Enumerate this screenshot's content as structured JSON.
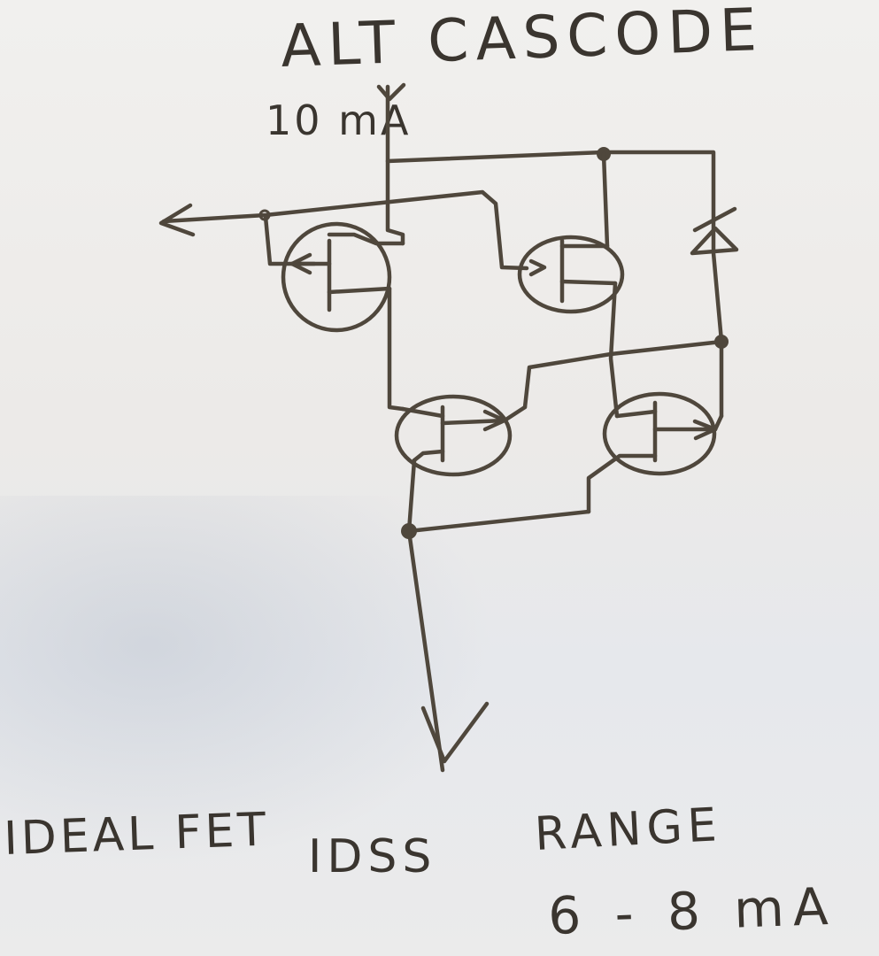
{
  "title": "ALT CASCODE",
  "supply_label": "10 mA",
  "footer": {
    "left": "IDEAL FET",
    "middle": "IDSS",
    "range_label": "RANGE",
    "range_value": "6 - 8 mA"
  },
  "ink_color": "#4f473c"
}
